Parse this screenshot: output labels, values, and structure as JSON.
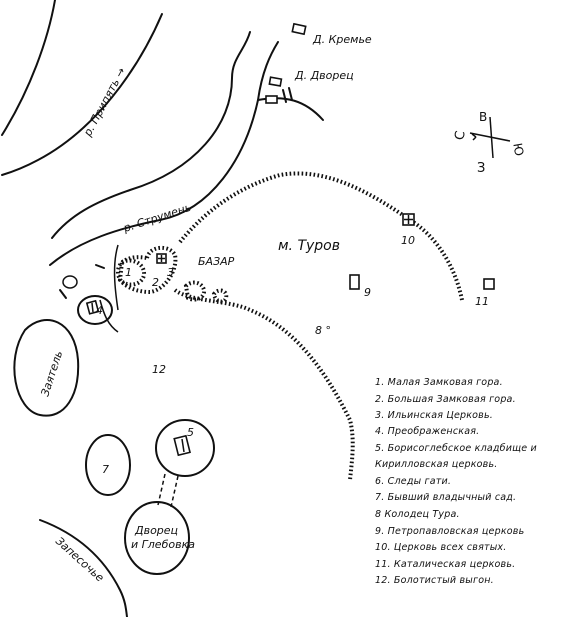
{
  "places": {
    "kremye": "Д. Кремье",
    "dvorets_village": "Д. Дворец",
    "pripyat": "р. Припять →",
    "strumen": "р. Струмень",
    "bazar": "БАЗАР",
    "turov": "м. Туров",
    "zayatel": "Заятель",
    "zapesochye": "Запесочье",
    "dvorets_glebovka": [
      "Дворец",
      "и Глебовка"
    ]
  },
  "numbers": {
    "n1": "1",
    "n2": "2",
    "n3": "3",
    "n4": "4",
    "n5": "5",
    "n7": "7",
    "n8": "8 °",
    "n9": "9",
    "n10": "10",
    "n11": "11",
    "n12": "12"
  },
  "compass": {
    "north": "С",
    "east": "В",
    "south": "Ю",
    "west": "З"
  },
  "legend": [
    "1. Малая Замковая гора.",
    "2. Большая Замковая гора.",
    "3. Ильинская Церковь.",
    "4. Преображенская.",
    "5. Борисоглебское кладбище и",
    "Кирилловская церковь.",
    "6. Следы гати.",
    "7. Бывший владычный сад.",
    "8 Колодец Тура.",
    "9. Петропавловская церковь",
    "10. Церковь всех святых.",
    "11. Каталическая церковь.",
    "12. Болотистый выгон."
  ]
}
